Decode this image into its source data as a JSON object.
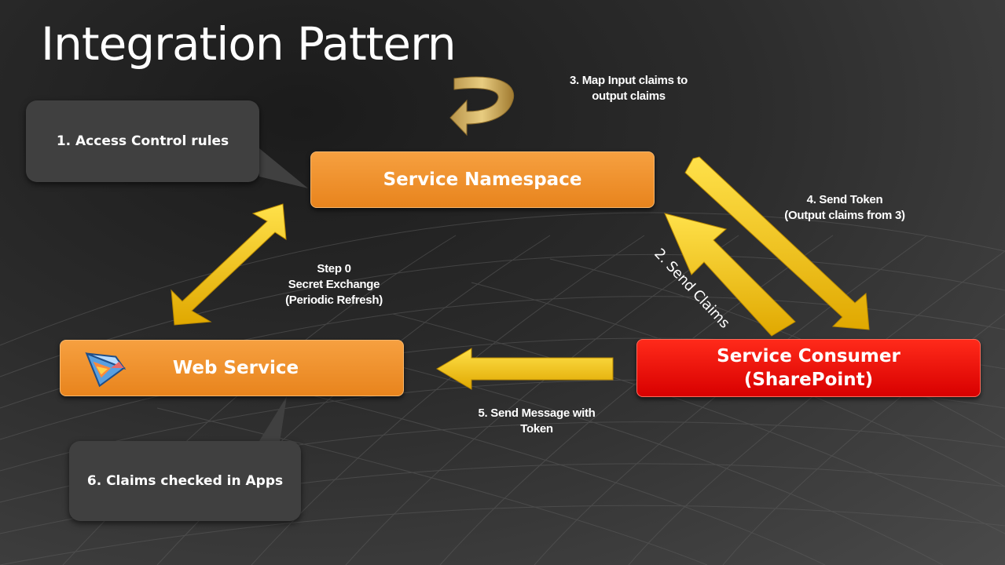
{
  "title": "Integration Pattern",
  "callouts": {
    "access_control": "1. Access Control rules",
    "claims_checked": "6. Claims checked in Apps"
  },
  "boxes": {
    "service_namespace": "Service Namespace",
    "web_service": "Web Service",
    "service_consumer_line1": "Service Consumer",
    "service_consumer_line2": "(SharePoint)"
  },
  "labels": {
    "map_claims_line1": "3. Map Input claims to",
    "map_claims_line2": "output claims",
    "send_token_line1": "4. Send Token",
    "send_token_line2": "(Output claims from 3)",
    "send_claims": "2. Send Claims",
    "step0_line1": "Step 0",
    "step0_line2": "Secret Exchange",
    "step0_line3": "(Periodic Refresh)",
    "send_message_line1": "5. Send Message with",
    "send_message_line2": "Token"
  },
  "icons": {
    "web_service_icon": "web-service-prism-icon",
    "map_claims_icon": "circular-arrow-icon"
  },
  "colors": {
    "orange_box": "#ed8a25",
    "red_box": "#ee0000",
    "arrow_yellow": "#f2c200",
    "callout_bg": "#404040"
  }
}
